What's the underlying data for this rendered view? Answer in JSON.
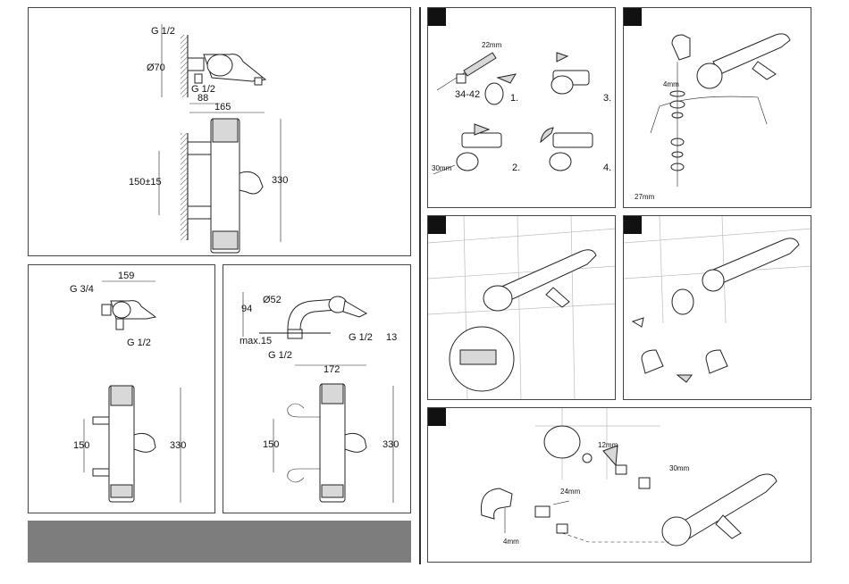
{
  "steps": [
    "",
    "",
    "",
    "",
    ""
  ],
  "dim_top": {
    "g_half_top": "G 1/2",
    "diameter": "Ø70",
    "g_half_low": "G 1/2",
    "d88": "88",
    "d165": "165",
    "d150_15": "150±15",
    "d330": "330"
  },
  "dim_left": {
    "g_3_4": "G 3/4",
    "d159": "159",
    "g_half": "G 1/2",
    "d150": "150",
    "d330": "330"
  },
  "dim_right": {
    "diameter": "Ø52",
    "d94": "94",
    "max15": "max.15",
    "g_half_right": "G 1/2",
    "d13": "13",
    "g_half_low": "G 1/2",
    "d172": "172",
    "d150": "150",
    "d330": "330"
  },
  "step1": {
    "mm22": "22mm",
    "d34_42": "34-42",
    "n1": "1.",
    "n2": "2.",
    "n3": "3.",
    "n4": "4.",
    "mm30": "30mm"
  },
  "step2": {
    "mm4": "4mm",
    "mm27": "27mm"
  },
  "step5": {
    "mm12": "12mm",
    "mm24": "24mm",
    "mm30": "30mm",
    "mm4": "4mm"
  }
}
